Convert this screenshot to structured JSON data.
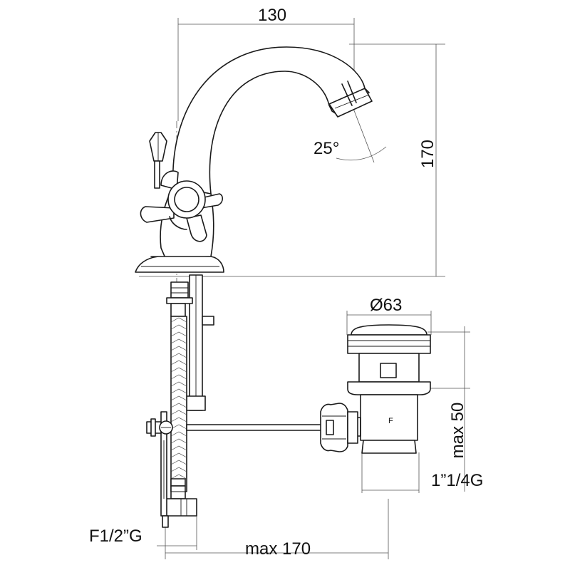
{
  "dimensions": {
    "spout_reach": "130",
    "height": "170",
    "spout_angle": "25°",
    "waste_diameter": "Ø63",
    "waste_max_height": "max 50",
    "waste_thread": "1”1/4G",
    "supply_thread": "F1/2”G",
    "max_length": "max 170"
  },
  "marks": {
    "waste_letter": "F"
  }
}
